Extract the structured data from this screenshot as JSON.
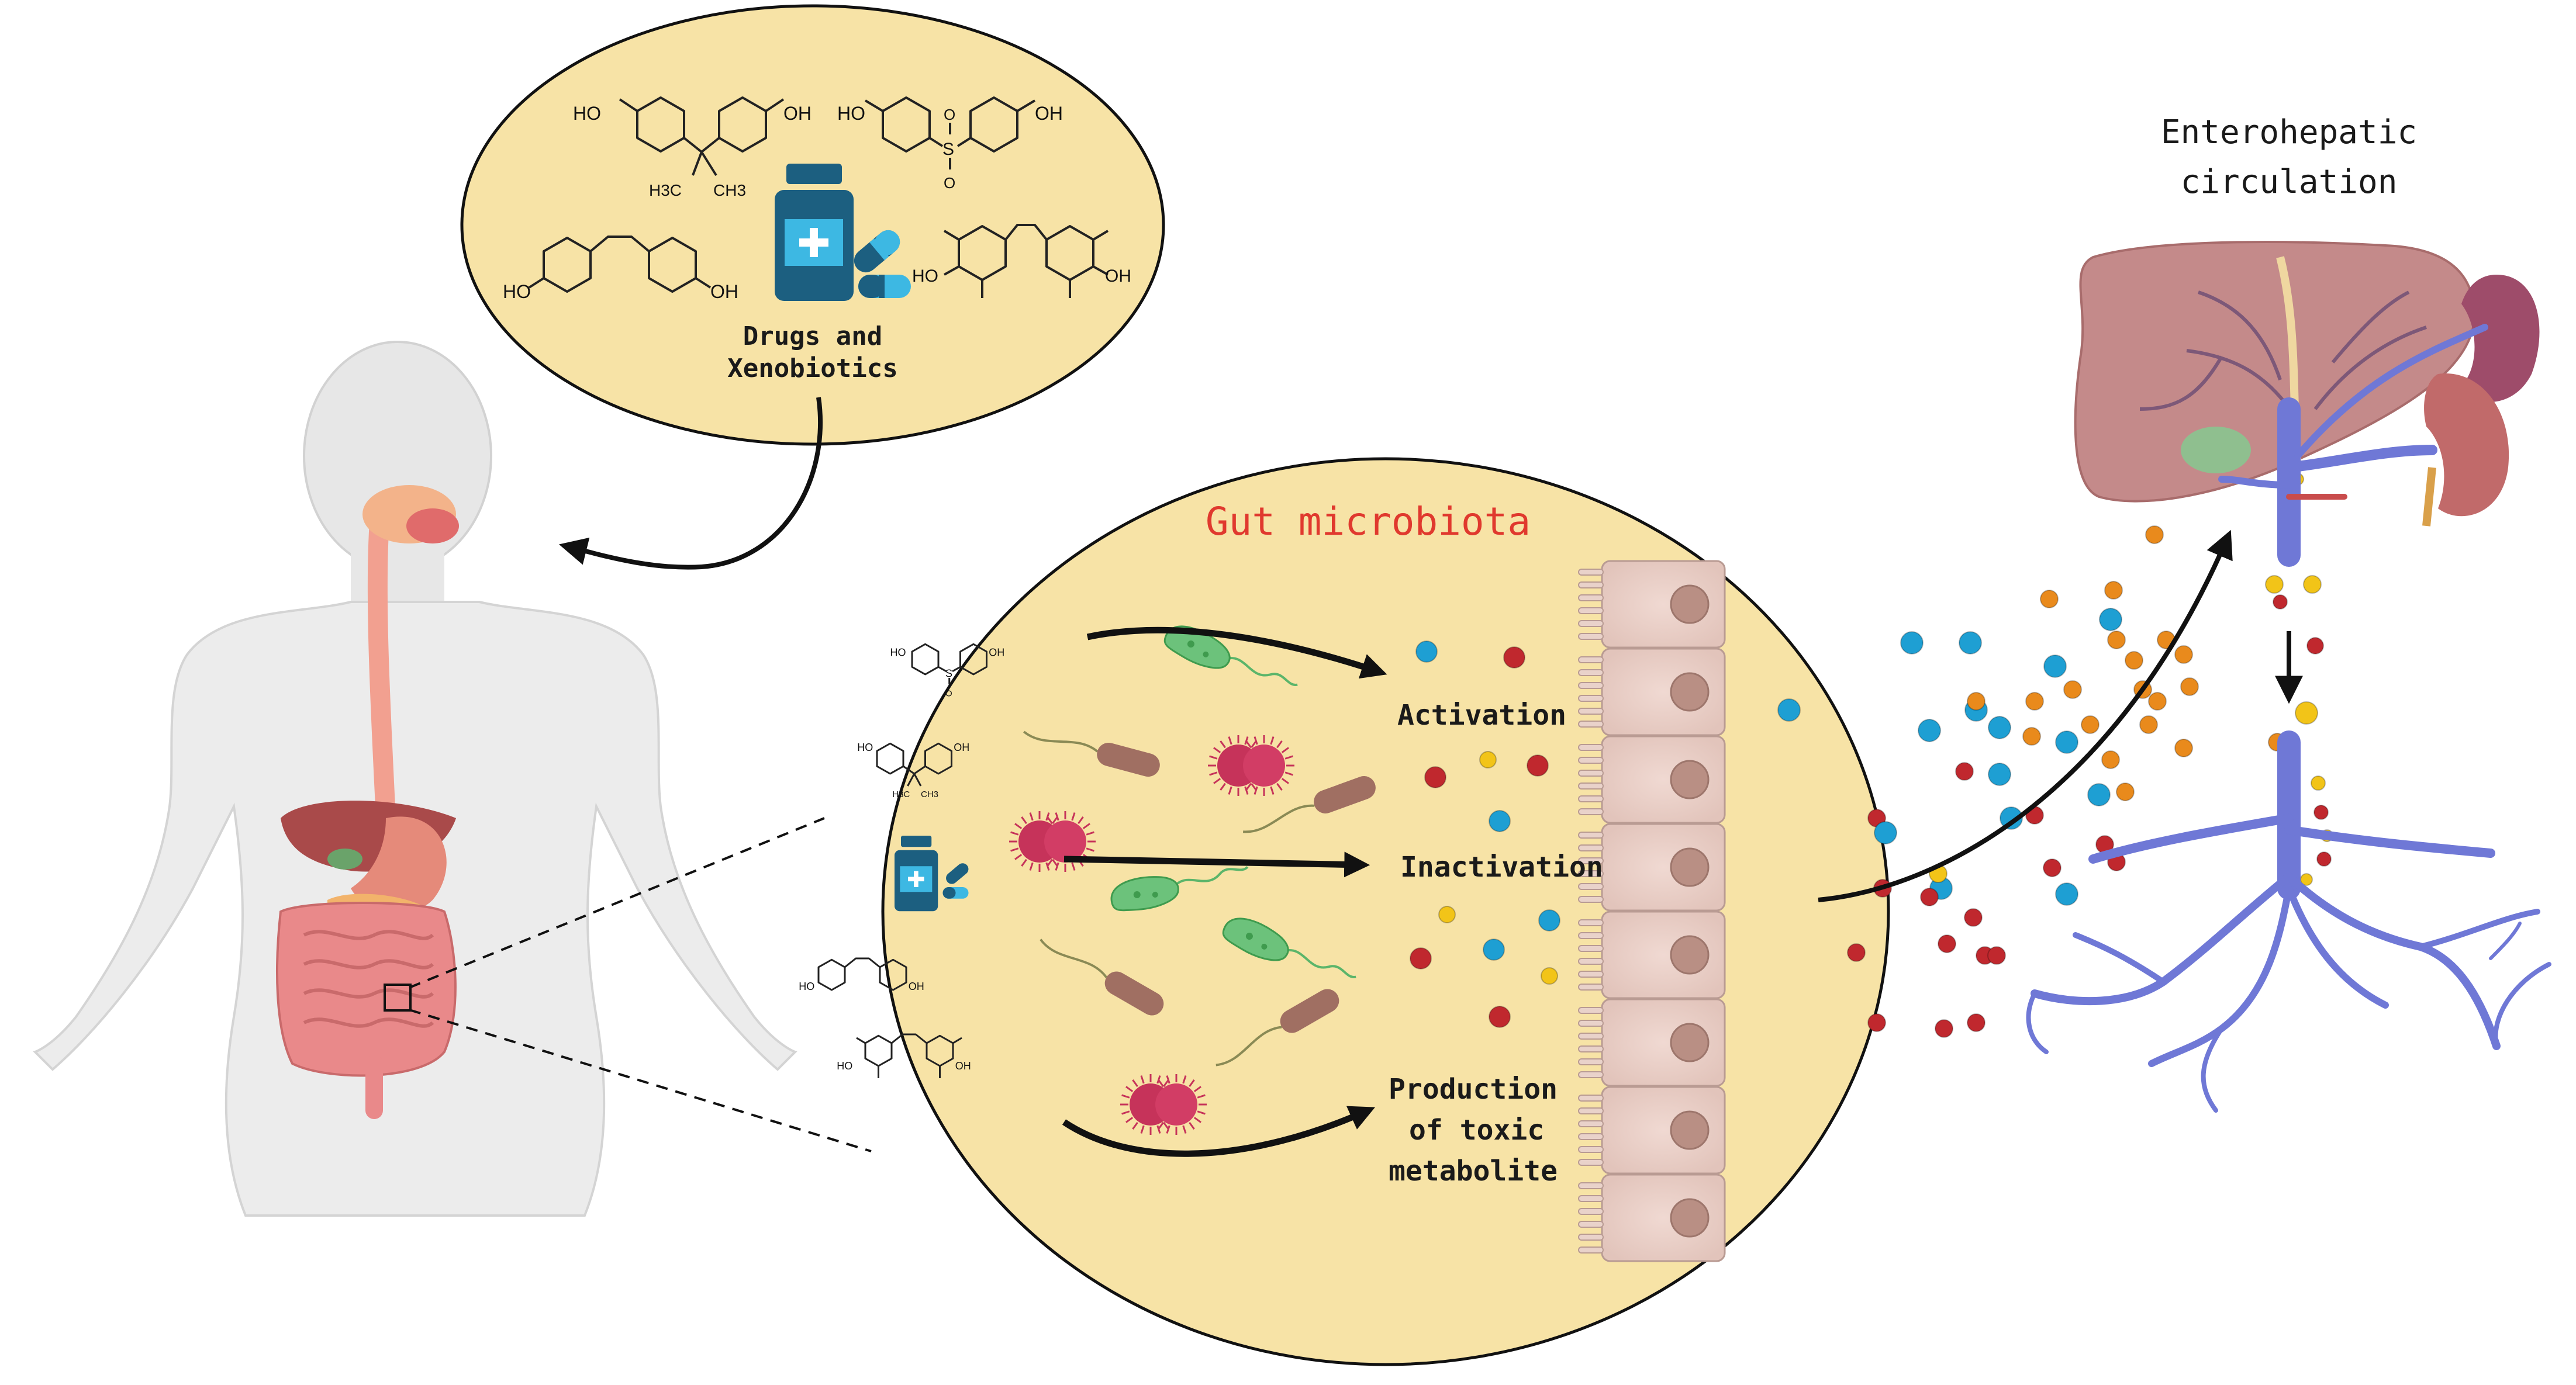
{
  "title_box": {
    "label_line1": "Drugs and",
    "label_line2": "Xenobiotics"
  },
  "gut": {
    "title": "Gut microbiota",
    "activation": "Activation",
    "inactivation": "Inactivation",
    "production_line1": "Production",
    "production_line2": "of toxic",
    "production_line3": "metabolite"
  },
  "circulation": {
    "line1": "Enterohepatic",
    "line2": "circulation"
  },
  "chem_labels": {
    "oh": "OH",
    "ho": "HO",
    "h3c": "H3C",
    "ch3": "CH3",
    "s": "S",
    "o": "O"
  },
  "colors": {
    "ellipse_fill": "#f7e3a6",
    "gut_title": "#e0392e",
    "blue_dot": "#1e9fd3",
    "red_dot": "#c0282e",
    "orange_dot": "#e98a1c",
    "yellow_dot": "#f2c418",
    "vessel": "#6f78d6",
    "liver": "#c48a8a",
    "bacteria_green": "#5bb56a",
    "bacteria_brown": "#a06f62",
    "bacteria_pink": "#c6335a",
    "pill_teal": "#1c5f80"
  },
  "icons": [
    "drug-bottle-icon",
    "capsule-icon",
    "bacteria-icon",
    "liver-icon",
    "kidney-icon",
    "body-icon",
    "epithelium-icon"
  ]
}
